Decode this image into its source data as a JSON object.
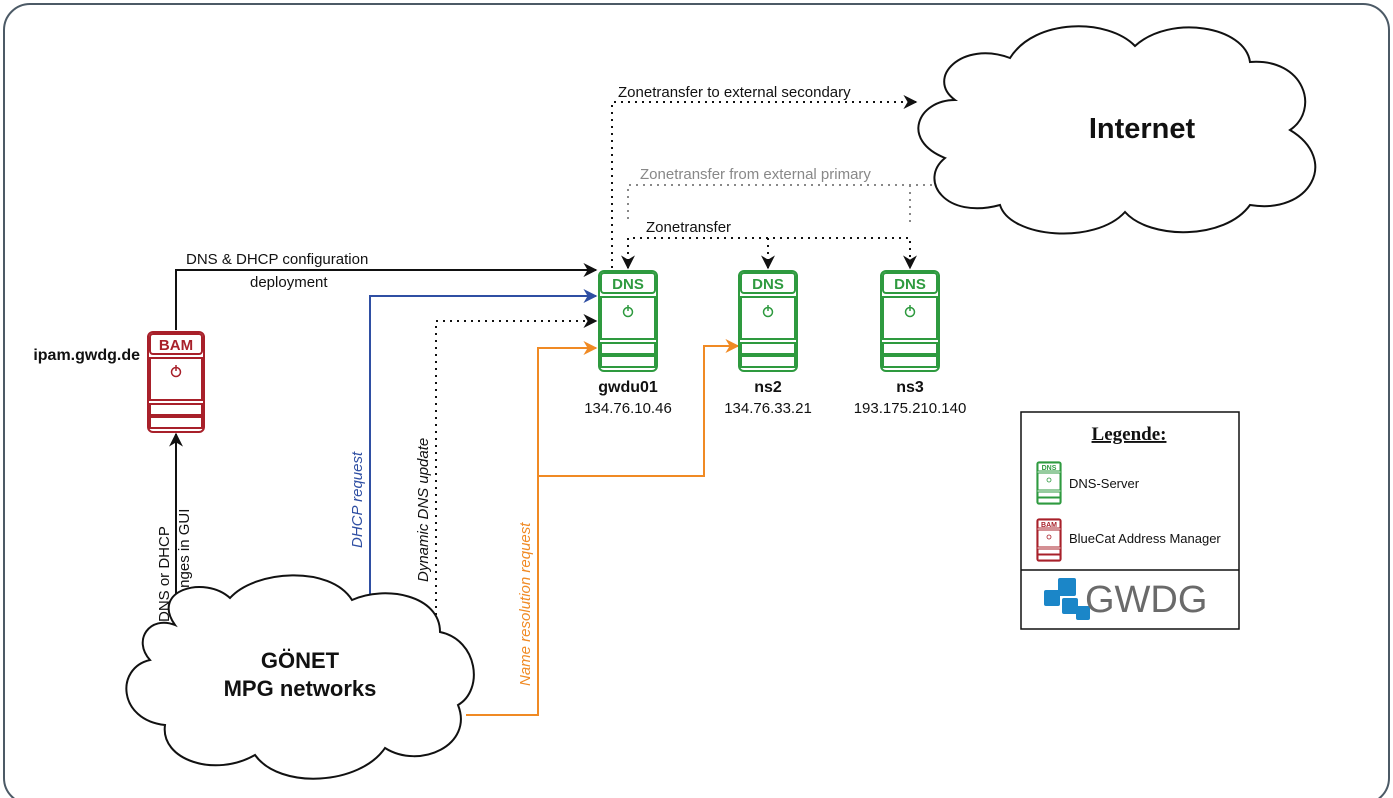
{
  "colors": {
    "dns": "#2e9a3f",
    "bam": "#a8202a",
    "dhcp": "#2f4fa3",
    "orange": "#f08a24",
    "black": "#111111",
    "gray": "#888888",
    "gwdg_blue": "#1b86c8",
    "gwdg_text": "#6a6a6a"
  },
  "labels": {
    "zt_external_secondary": "Zonetransfer to external secondary",
    "zt_external_primary": "Zonetransfer from external primary",
    "zonetransfer": "Zonetransfer",
    "config_line1": "DNS & DHCP configuration",
    "config_line2": "deployment",
    "dhcp_request": "DHCP request",
    "dynamic_dns": "Dynamic DNS update",
    "name_resolution": "Name resolution request",
    "gui_line1": "DNS or DHCP",
    "gui_line2": "changes in GUI"
  },
  "clouds": {
    "internet": "Internet",
    "goenet_line1": "GÖNET",
    "goenet_line2": "MPG networks"
  },
  "bam": {
    "badge": "BAM",
    "host": "ipam.gwdg.de"
  },
  "servers": [
    {
      "badge": "DNS",
      "name": "gwdu01",
      "ip": "134.76.10.46"
    },
    {
      "badge": "DNS",
      "name": "ns2",
      "ip": "134.76.33.21"
    },
    {
      "badge": "DNS",
      "name": "ns3",
      "ip": "193.175.210.140"
    }
  ],
  "legend": {
    "title": "Legende:",
    "dns_badge": "DNS",
    "dns_label": "DNS-Server",
    "bam_badge": "BAM",
    "bam_label": "BlueCat Address Manager",
    "logo_text": "GWDG"
  }
}
